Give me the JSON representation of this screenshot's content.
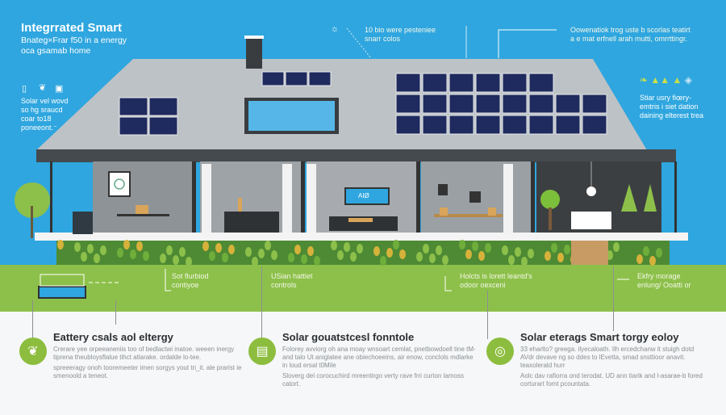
{
  "header": {
    "title": "Integrrated Smart",
    "subtitle_lines": [
      "Bnateg×Frar f50 in a energy",
      "oca gsamab home"
    ]
  },
  "left_note": {
    "icons": [
      "panel-icon",
      "plant-icon",
      "device-icon"
    ],
    "lines": [
      "Solar vel wovd",
      "so hg sraucd",
      "coar to18",
      "poneeont.⁻"
    ]
  },
  "top_callouts": [
    {
      "lines": [
        "10 bio were pesteniee",
        "snarr colos"
      ]
    },
    {
      "lines": [
        "Oowenatiok trog uste b scorlas teatirt",
        "a e mat erfnell arah mutti, omrrttingr."
      ]
    }
  ],
  "right_note": {
    "icons": [
      "leaf-icon",
      "mountain-icon",
      "triangle-icon",
      "chip-icon"
    ],
    "lines": [
      "Stiar usry fiœry-",
      "emtris i siet dation",
      "daining elterest trea"
    ]
  },
  "tv_label": "AIØ",
  "ground_callouts": [
    {
      "lines": [
        "Sot flurbiod",
        "contiyoe"
      ]
    },
    {
      "lines": [
        "USian hattiet",
        "controls"
      ]
    },
    {
      "lines": [
        "Holcts is lorett leantd's",
        "odoor oexceni"
      ]
    },
    {
      "lines": [
        "Ekfry morage",
        "enlung/ Ooatti or"
      ]
    }
  ],
  "cards": [
    {
      "title": "Eattery csals aol eltergy",
      "icon": "leaf-icon",
      "paragraphs": [
        "Crerare yee orpeeaneniis too of bedlactwi inatoe. weeen inergy tiprena theubloysflalue tihct atlarake. ordalde lo-tee.",
        "spreeeragy onoh tooremeeter imen sorgys yout tri_it. ale prarist ie smenoold a teneot."
      ]
    },
    {
      "title": "Solar gouatstcesl fonntole",
      "icon": "panel-icon",
      "paragraphs": [
        "Folorey avviorg oh ana moay wnsoart cemlat, pnetbowdoell tine tM- and talo Ut aniglatee ane obiechoeeins, air enow, conclols mdlarke in loud ersal t0Mile",
        "Sloverg del corocuchird mreentirgo verty rave frri curton lamoss catort."
      ]
    },
    {
      "title": "Solar eterags Smart torgy eoloy",
      "icon": "timer-icon",
      "paragraphs": [
        "33 eharlto? greega. ilyecaloath. Ilh ercedchanw it stuigh dotd AVdr devave ng so ddes to lEvetta, smad snsttioor anavit. teaxolerald hurr",
        "Aolc dav rafiorra ond terodat. UD ann tiarik and l-asarae-b fored corturart fomt pcountata."
      ]
    }
  ],
  "colors": {
    "sky": "#2fa6df",
    "grass": "#8dc04a",
    "accent": "#8dbd3e",
    "roof": "#b9bec2",
    "panel": "#1f2a5e"
  }
}
